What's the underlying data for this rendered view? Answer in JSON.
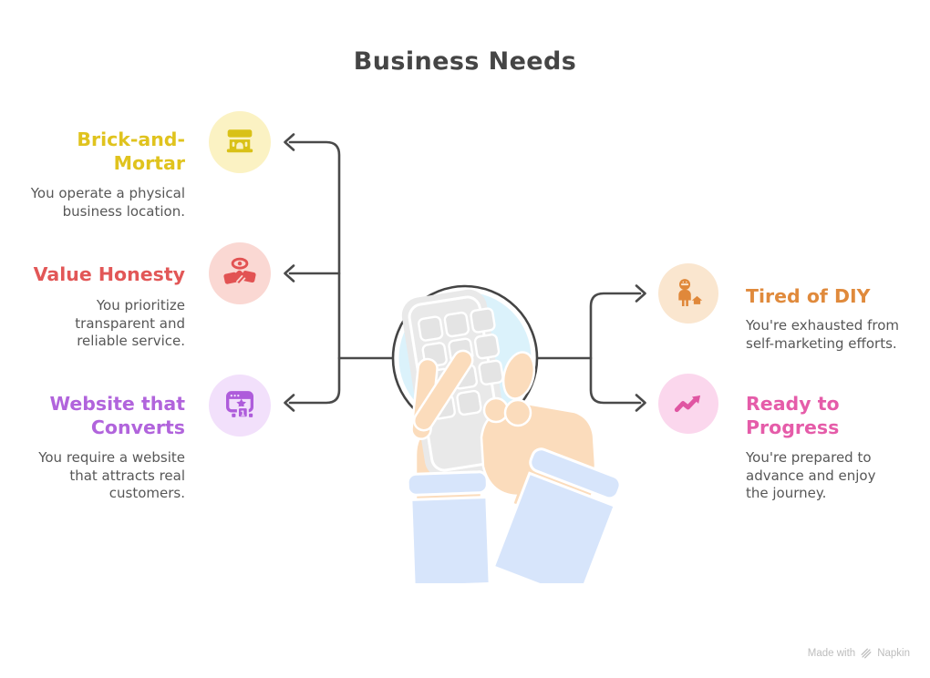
{
  "title": "Business Needs",
  "items": [
    {
      "id": "brick-and-mortar",
      "title": "Brick-and-\nMortar",
      "description": "You operate a physical\nbusiness location.",
      "icon": "storefront-icon",
      "title_color": "#E0C31E",
      "bubble_color": "#FBF2C3",
      "side": "left"
    },
    {
      "id": "value-honesty",
      "title": "Value Honesty",
      "description": "You prioritize\ntransparent and\nreliable service.",
      "icon": "handshake-eye-icon",
      "title_color": "#E25757",
      "bubble_color": "#FAD8D3",
      "side": "left"
    },
    {
      "id": "website-that-converts",
      "title": "Website that\nConverts",
      "description": "You require a website\nthat attracts real\ncustomers.",
      "icon": "browser-rank-icon",
      "title_color": "#B164DC",
      "bubble_color": "#F2E0FB",
      "side": "left"
    },
    {
      "id": "tired-of-diy",
      "title": "Tired of DIY",
      "description": "You're exhausted from\nself-marketing efforts.",
      "icon": "person-house-icon",
      "title_color": "#E08A3C",
      "bubble_color": "#FAE6CF",
      "side": "right"
    },
    {
      "id": "ready-to-progress",
      "title": "Ready to\nProgress",
      "description": "You're prepared to\nadvance and enjoy\nthe journey.",
      "icon": "trending-up-icon",
      "title_color": "#E55CA9",
      "bubble_color": "#FBD7ED",
      "side": "right"
    }
  ],
  "center": {
    "illustration": "hands-using-phone-illustration",
    "circle_fill": "#DBF2FB",
    "outline_color": "#444444"
  },
  "colors": {
    "connector": "#4A4A4A",
    "heading_text": "#454545",
    "description_text": "#575757",
    "footer_text": "#BDBDBD"
  },
  "footer": {
    "made_with": "Made with",
    "brand": "Napkin"
  }
}
